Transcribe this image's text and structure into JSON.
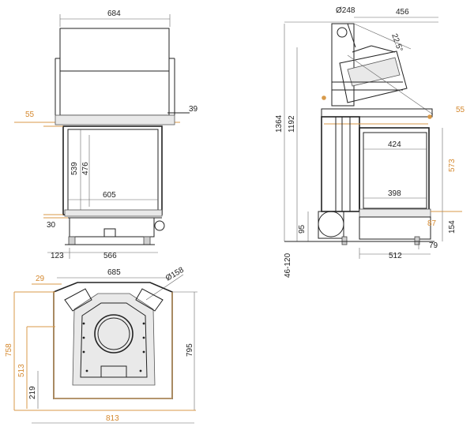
{
  "colors": {
    "line": "#222222",
    "accent_orange": "#d89a4a",
    "gray": "#cfcfcf"
  },
  "front_view": {
    "width_top": "684",
    "flue_offset": "39",
    "left_edge": "55",
    "height_inner": "539",
    "height_glass": "476",
    "width_glass": "605",
    "leg_height": "30",
    "leg_offset": "123",
    "width_base": "566"
  },
  "side_view": {
    "flue_diameter": "Ø248",
    "top_depth": "456",
    "angle": "22.5°",
    "total_height": "1364",
    "height_to_collar": "1192",
    "right_edge": "55",
    "glass_width_top": "424",
    "door_height": "573",
    "glass_width_bottom": "398",
    "base_offset": "87",
    "foot_height": "154",
    "intake_height": "95",
    "adjust_range": "46-120",
    "depth": "512",
    "foot_depth": "79"
  },
  "plan_view": {
    "edge_offset": "29",
    "width_top": "685",
    "air_inlet_diameter": "Ø158",
    "depth_outer": "758",
    "depth_total": "795",
    "depth_inner": "513",
    "inlet_offset": "219",
    "width_total": "813"
  }
}
